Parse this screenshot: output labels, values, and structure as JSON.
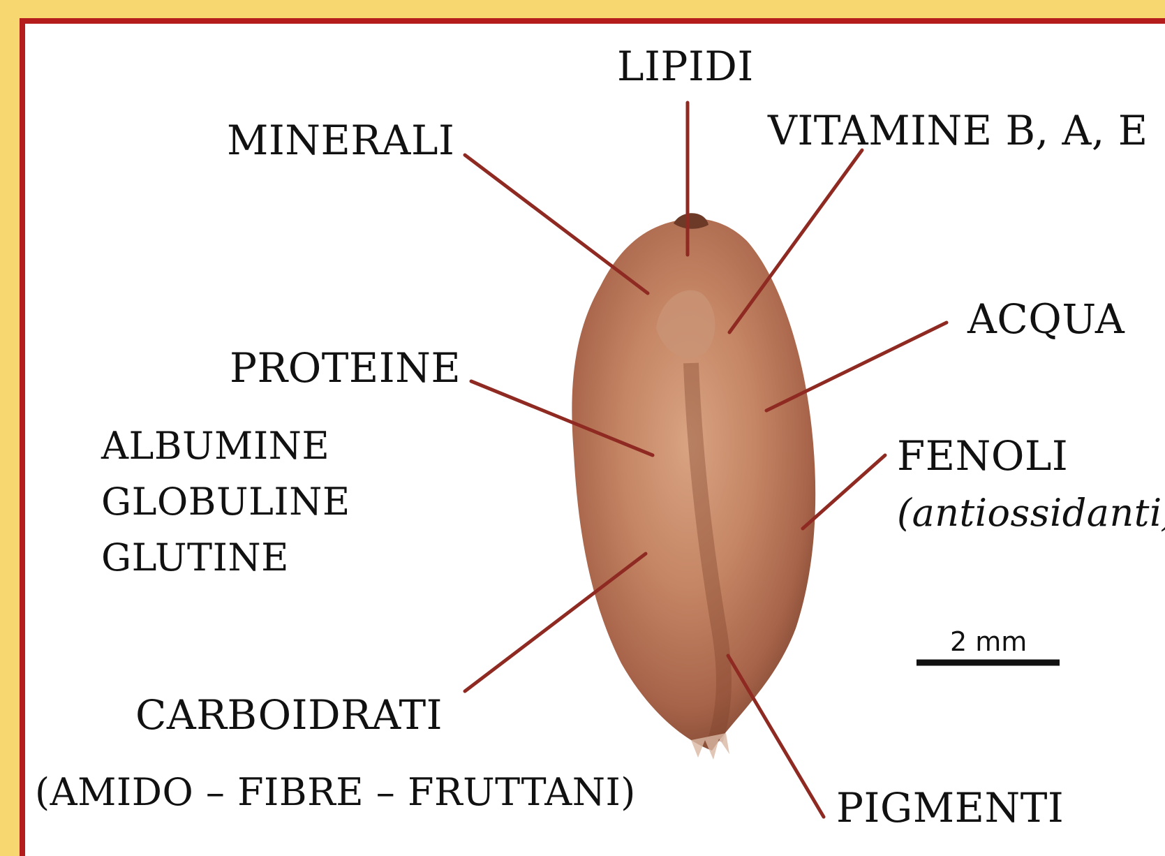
{
  "labels": {
    "lipidi": "LIPIDI",
    "minerali": "MINERALI",
    "vitamine": "VITAMINE  B, A, E",
    "acqua": "ACQUA",
    "proteine": "PROTEINE",
    "albumine": "ALBUMINE",
    "globuline": "GLOBULINE",
    "glutine": "GLUTINE",
    "fenoli": "FENOLI",
    "antiossidanti": "(antiossidanti)",
    "carboidrati": "CARBOIDRATI",
    "amido": "(AMIDO – FIBRE – FRUTTANI)",
    "pigmenti": "PIGMENTI"
  },
  "scale_bar": {
    "label": "2 mm"
  },
  "colors": {
    "background_outer": "#f7d76f",
    "frame": "#b51c1c",
    "leader_line": "#8f2a22",
    "grain": "#b8785a"
  }
}
